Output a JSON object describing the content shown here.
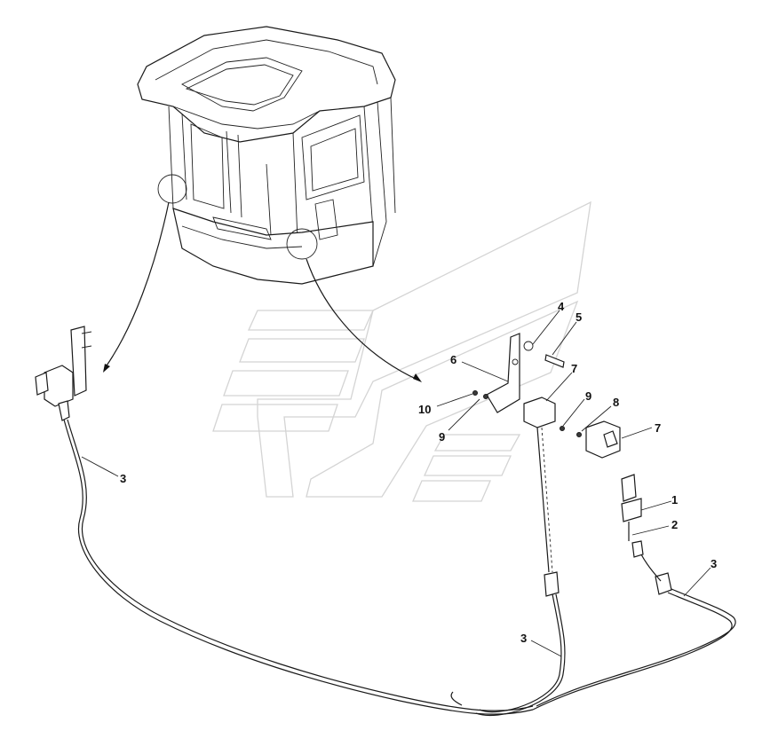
{
  "diagram": {
    "callouts": [
      {
        "label": "1"
      },
      {
        "label": "2"
      },
      {
        "label": "3"
      },
      {
        "label": "3"
      },
      {
        "label": "3"
      },
      {
        "label": "4"
      },
      {
        "label": "5"
      },
      {
        "label": "6"
      },
      {
        "label": "7"
      },
      {
        "label": "7"
      },
      {
        "label": "8"
      },
      {
        "label": "9"
      },
      {
        "label": "9"
      },
      {
        "label": "10"
      }
    ]
  }
}
